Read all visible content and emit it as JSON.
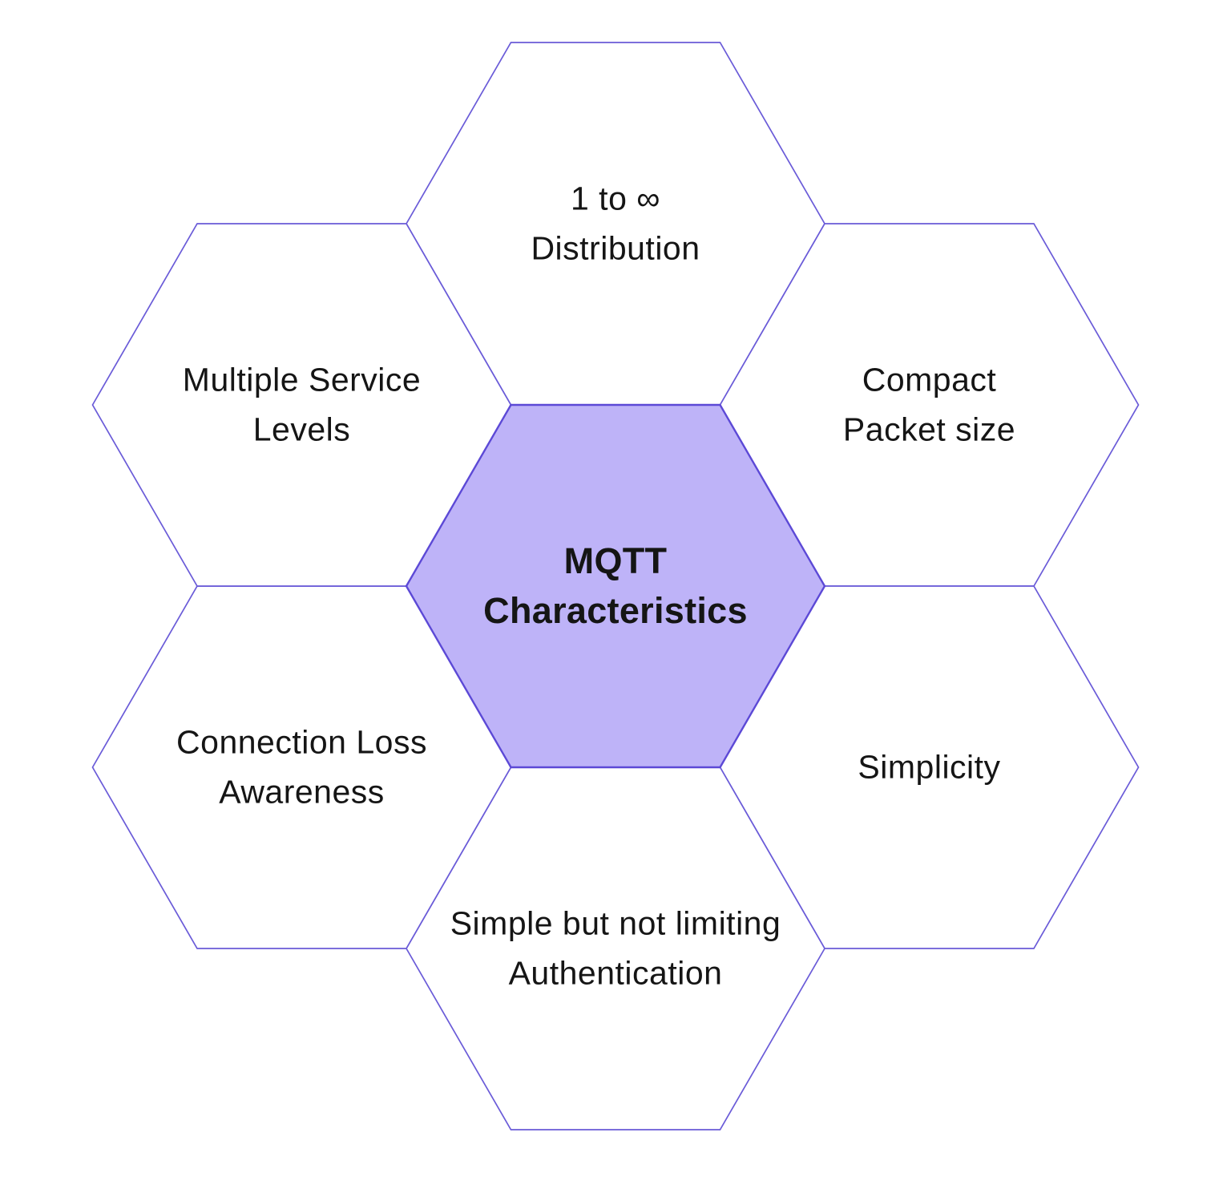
{
  "diagram": {
    "type": "honeycomb",
    "title": "MQTT Characteristics",
    "colors": {
      "outer_fill": "#ffffff",
      "outer_stroke": "#6a5bd8",
      "center_fill": "#beb3f8",
      "center_stroke": "#5c49d6",
      "text": "#151515"
    },
    "cells": [
      {
        "key": "center",
        "role": "center",
        "label": "MQTT\nCharacteristics"
      },
      {
        "key": "top",
        "role": "outer",
        "label": "1 to ∞\nDistribution"
      },
      {
        "key": "upper-right",
        "role": "outer",
        "label": "Compact\nPacket size"
      },
      {
        "key": "lower-right",
        "role": "outer",
        "label": "Simplicity"
      },
      {
        "key": "bottom",
        "role": "outer",
        "label": "Simple but not limiting\nAuthentication"
      },
      {
        "key": "lower-left",
        "role": "outer",
        "label": "Connection Loss\nAwareness"
      },
      {
        "key": "upper-left",
        "role": "outer",
        "label": "Multiple Service\nLevels"
      }
    ]
  }
}
